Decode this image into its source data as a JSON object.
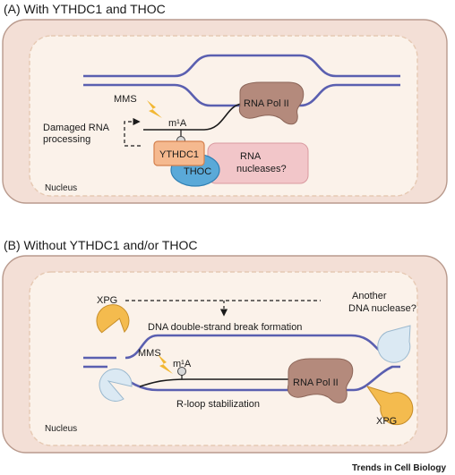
{
  "panel_a": {
    "title": "(A) With YTHDC1 and THOC",
    "nucleus_label": "Nucleus",
    "mms_label": "MMS",
    "m1a_label": "m¹A",
    "rna_pol_label": "RNA Pol II",
    "damaged_line1": "Damaged RNA",
    "damaged_line2": "processing",
    "ythdc1_label": "YTHDC1",
    "thoc_label": "THOC",
    "nucleases_line1": "RNA",
    "nucleases_line2": "nucleases?"
  },
  "panel_b": {
    "title": "(B) Without YTHDC1 and/or THOC",
    "nucleus_label": "Nucleus",
    "xpg_top_label": "XPG",
    "xpg_bottom_label": "XPG",
    "another_line1": "Another",
    "another_line2": "DNA nuclease?",
    "dsb_label": "DNA double-strand break formation",
    "mms_label": "MMS",
    "m1a_label": "m¹A",
    "rna_pol_label": "RNA Pol II",
    "rloop_label": "R-loop stabilization"
  },
  "footer": {
    "journal": "Trends in Cell Biology"
  },
  "colors": {
    "cell": "#f3dfd6",
    "cell_border": "#b99a8d",
    "nucleus": "#fbf2ea",
    "nucleus_border": "#e6c9b3",
    "dna": "#5a5fb0",
    "pol": "#b48a7c",
    "ythdc1": "#f5b98f",
    "thoc": "#5aa9d8",
    "nuclease_box": "#f2c6c9",
    "xpg": "#f4bb4e",
    "other_nuclease": "#dbe9f3",
    "lightning": "#f2b733"
  }
}
